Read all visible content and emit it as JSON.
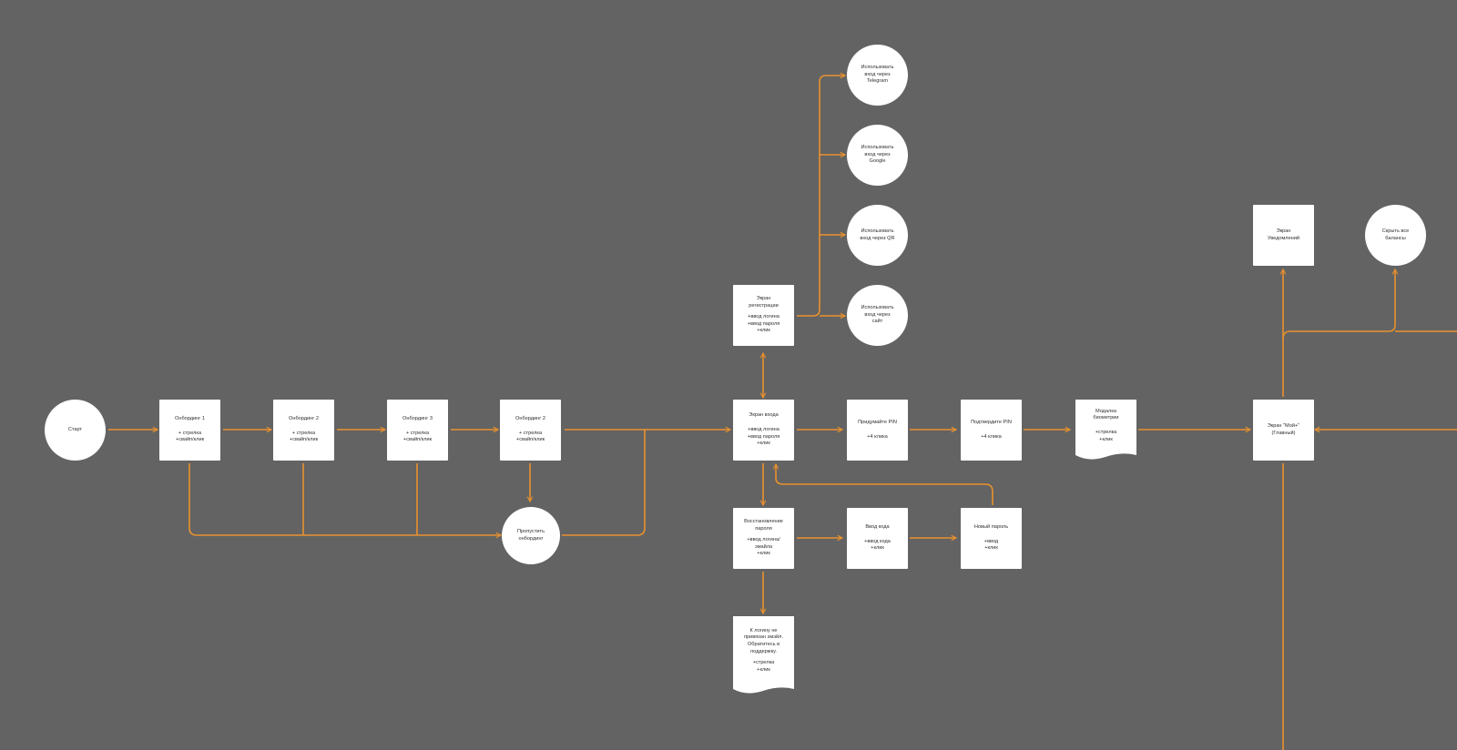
{
  "colors": {
    "background": "#636363",
    "connector": "#e9912e",
    "node": "#ffffff"
  },
  "nodes": {
    "start": {
      "title": "Старт"
    },
    "onb1": {
      "title": "Онбординг 1",
      "body": "+ стрелка\n+свайп/клик"
    },
    "onb2": {
      "title": "Онбординг 2",
      "body": "+ стрелка\n+свайп/клик"
    },
    "onb3": {
      "title": "Онбординг 3",
      "body": "+ стрелка\n+свайп/клик"
    },
    "onb4": {
      "title": "Онбординг 2",
      "body": "+ стрелка\n+свайп/клик"
    },
    "skip": {
      "title": "Пропустить\nонбординг"
    },
    "login": {
      "title": "Экран входа",
      "body": "+ввод логина\n+ввод пароля\n+клик"
    },
    "register": {
      "title": "Экран\nрегистрации",
      "body": "+ввод логина\n+ввод пароля\n+клик"
    },
    "tg": {
      "title": "Использовать\nвход через\nTelegram"
    },
    "google": {
      "title": "Использовать\nвход через\nGoogle"
    },
    "qr": {
      "title": "Использовать\nвход через QR"
    },
    "site": {
      "title": "Использовать\nвход через\nсайт"
    },
    "pin": {
      "title": "Придумайте PIN",
      "body": "+4 клика"
    },
    "pinconfirm": {
      "title": "Подтвердите PIN",
      "body": "+4 клика"
    },
    "bio": {
      "title": "Модалка\nбиометрии",
      "body": "+стрелка\n+клик"
    },
    "recover": {
      "title": "Восстановление\nпароля",
      "body": "+ввод логина/\nэмайла\n+клик"
    },
    "code": {
      "title": "Ввод кода",
      "body": "+ввод кода\n+клик"
    },
    "newpass": {
      "title": "Новый пароль",
      "body": "+ввод\n+клик"
    },
    "noaccess": {
      "title": "К логину не\nпривязан эмэйл.\nОбратитесь в\nподдержку.",
      "body": "+стрелка\n+клик"
    },
    "main": {
      "title": "Экран \"Мой+\"\n(Главный)"
    },
    "notif": {
      "title": "Экран\nУведомлений"
    },
    "hide": {
      "title": "Скрыть все\nбалансы"
    }
  }
}
